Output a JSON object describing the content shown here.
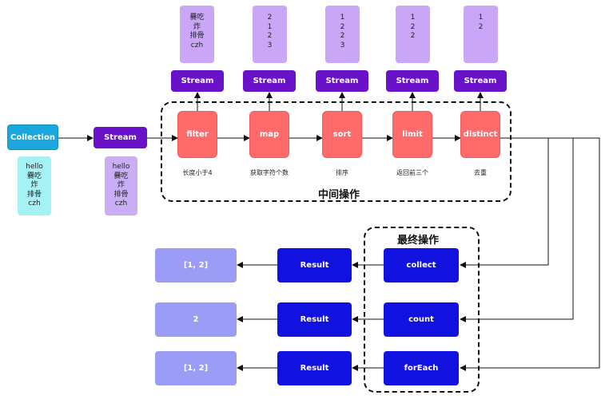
{
  "collection": {
    "label": "Collection",
    "items": [
      "hello",
      "爨吃",
      "炸",
      "排骨",
      "czh"
    ]
  },
  "stream_main": {
    "label": "Stream",
    "items": [
      "hello",
      "爨吃",
      "炸",
      "排骨",
      "czh"
    ]
  },
  "intermediate": {
    "title": "中间操作",
    "ops": [
      {
        "name": "filter",
        "desc": "长度小于4",
        "stream_label": "Stream",
        "output": [
          "爨吃",
          "炸",
          "排骨",
          "czh"
        ]
      },
      {
        "name": "map",
        "desc": "获取字符个数",
        "stream_label": "Stream",
        "output": [
          "2",
          "1",
          "2",
          "3"
        ]
      },
      {
        "name": "sort",
        "desc": "排序",
        "stream_label": "Stream",
        "output": [
          "1",
          "2",
          "2",
          "3"
        ]
      },
      {
        "name": "limit",
        "desc": "返回前三个",
        "stream_label": "Stream",
        "output": [
          "1",
          "2",
          "2"
        ]
      },
      {
        "name": "distinct",
        "desc": "去重",
        "stream_label": "Stream",
        "output": [
          "1",
          "2"
        ]
      }
    ]
  },
  "terminal": {
    "title": "最终操作",
    "ops": [
      {
        "name": "collect",
        "result_label": "Result",
        "final": "[1, 2]"
      },
      {
        "name": "count",
        "result_label": "Result",
        "final": "2"
      },
      {
        "name": "forEach",
        "result_label": "Result",
        "final": "[1, 2]"
      }
    ]
  }
}
